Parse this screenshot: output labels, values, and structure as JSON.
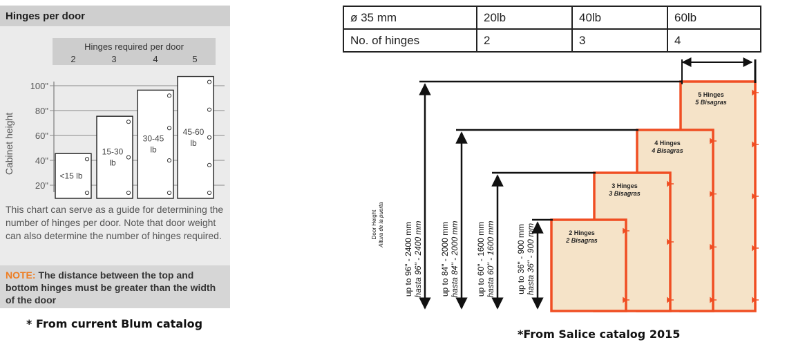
{
  "blum": {
    "title": "Hinges per door",
    "header": "Hinges required per door",
    "hinge_counts": [
      "2",
      "3",
      "4",
      "5"
    ],
    "y_axis_label": "Cabinet height",
    "y_ticks": [
      "100\"",
      "80\"",
      "60\"",
      "40\"",
      "20\""
    ],
    "doors": [
      {
        "hinges": 2,
        "height": 36,
        "weight_label": [
          "<15 lb"
        ]
      },
      {
        "hinges": 3,
        "height": 66,
        "weight_label": [
          "15-30",
          "lb"
        ]
      },
      {
        "hinges": 4,
        "height": 87,
        "weight_label": [
          "30-45",
          "lb"
        ]
      },
      {
        "hinges": 5,
        "height": 98,
        "weight_label": [
          "45-60",
          "lb"
        ]
      }
    ],
    "description": "This chart can serve as a guide for determining the number of hinges per door. Note that door weight can also determine the number of hinges required.",
    "note_label": "NOTE:",
    "note_text": " The distance between the top and bottom hinges must be greater than the width of the door",
    "caption": "* From current Blum catalog"
  },
  "salice": {
    "table": {
      "rows": [
        [
          "ø 35 mm",
          "20lb",
          "40lb",
          "60lb"
        ],
        [
          "No. of hinges",
          "2",
          "3",
          "4"
        ]
      ]
    },
    "axis_title": "Door Height",
    "axis_title_es": "Altura de la puerta",
    "doors": [
      {
        "hinges": 2,
        "label": "2 Hinges",
        "label_es": "2 Bisagras",
        "range": "up to 36\" - 900 mm",
        "range_es": "hasta 36\" - 900 mm"
      },
      {
        "hinges": 3,
        "label": "3 Hinges",
        "label_es": "3 Bisagras",
        "range": "up to 60\" - 1600 mm",
        "range_es": "hasta 60\" - 1600 mm"
      },
      {
        "hinges": 4,
        "label": "4 Hinges",
        "label_es": "4 Bisagras",
        "range": "up to 84\" - 2000 mm",
        "range_es": "hasta 84\" - 2000 mm"
      },
      {
        "hinges": 5,
        "label": "5 Hinges",
        "label_es": "5 Bisagras",
        "range": "up to 96\" - 2400 mm",
        "range_es": "hasta 96\" - 2400 mm"
      }
    ],
    "caption": "*From Salice catalog 2015"
  },
  "colors": {
    "blum_panel": "#ebebeb",
    "blum_title_bar": "#cfcfcf",
    "blum_note_bg": "#d6d6d6",
    "blum_note_label": "#ee7d22",
    "salice_door_fill": "#f5e3c8",
    "salice_door_stroke": "#f04e23"
  }
}
